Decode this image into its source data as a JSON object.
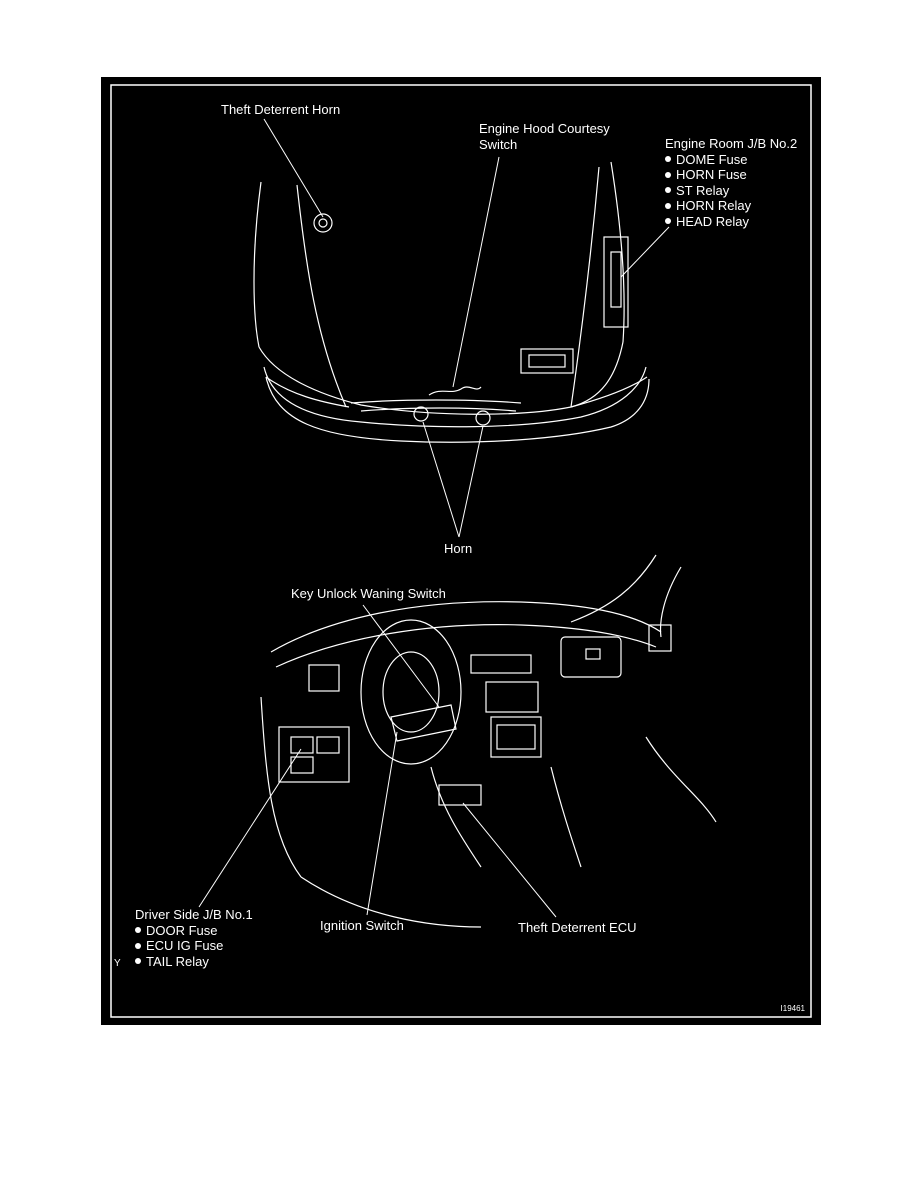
{
  "labels": {
    "theft_deterrent_horn": "Theft Deterrent Horn",
    "engine_hood_courtesy_switch": [
      "Engine Hood Courtesy",
      "Switch"
    ],
    "engine_room_jb": {
      "title": "Engine Room J/B No.2",
      "items": [
        "DOME Fuse",
        "HORN Fuse",
        "ST Relay",
        "HORN Relay",
        "HEAD Relay"
      ]
    },
    "horn": "Horn",
    "key_unlock_warning_switch": "Key Unlock Waning Switch",
    "driver_side_jb": {
      "title": "Driver Side J/B No.1",
      "items": [
        "DOOR Fuse",
        "ECU IG Fuse",
        "TAIL Relay"
      ]
    },
    "ignition_switch": "Ignition Switch",
    "theft_deterrent_ecu": "Theft Deterrent ECU"
  },
  "figure_id": "I19461",
  "margin_mark": "Y",
  "colors": {
    "background": "#000000",
    "line": "#ffffff",
    "page": "#ffffff"
  }
}
